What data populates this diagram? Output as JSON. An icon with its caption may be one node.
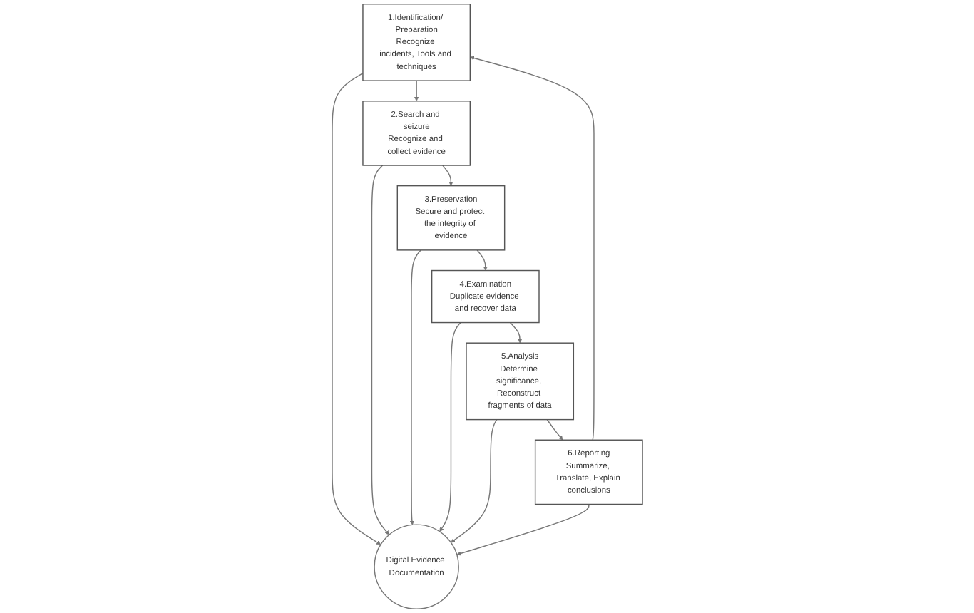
{
  "diagram": {
    "nodes": [
      {
        "text": [
          "1.Identification/ Preparation",
          "Recognize incidents, Tools and techniques"
        ]
      },
      {
        "text": [
          "2.Search and seizure",
          "Recognize and collect evidence"
        ]
      },
      {
        "text": [
          "3.Preservation",
          "Secure and protect the integrity of evidence"
        ]
      },
      {
        "text": [
          "4.Examination",
          "Duplicate evidence and recover data"
        ]
      },
      {
        "text": [
          "5.Analysis",
          "Determine significance, Reconstruct fragments of data"
        ]
      },
      {
        "text": [
          "6.Reporting",
          "Summarize, Translate, Explain conclusions"
        ]
      },
      {
        "text": [
          "Digital Evidence Documentation"
        ]
      }
    ],
    "edges": [
      {
        "from": 0,
        "to": 1,
        "arrow": "to"
      },
      {
        "from": 1,
        "to": 2,
        "arrow": "to"
      },
      {
        "from": 2,
        "to": 3,
        "arrow": "to"
      },
      {
        "from": 3,
        "to": 4,
        "arrow": "to"
      },
      {
        "from": 4,
        "to": 5,
        "arrow": "to"
      },
      {
        "from": 5,
        "to": 0,
        "arrow": "to"
      },
      {
        "from": 0,
        "to": 6,
        "arrow": "to"
      },
      {
        "from": 1,
        "to": 6,
        "arrow": "to"
      },
      {
        "from": 2,
        "to": 6,
        "arrow": "to"
      },
      {
        "from": 3,
        "to": 6,
        "arrow": "to"
      },
      {
        "from": 4,
        "to": 6,
        "arrow": "to"
      },
      {
        "from": 5,
        "to": 6,
        "arrow": "to"
      }
    ]
  }
}
